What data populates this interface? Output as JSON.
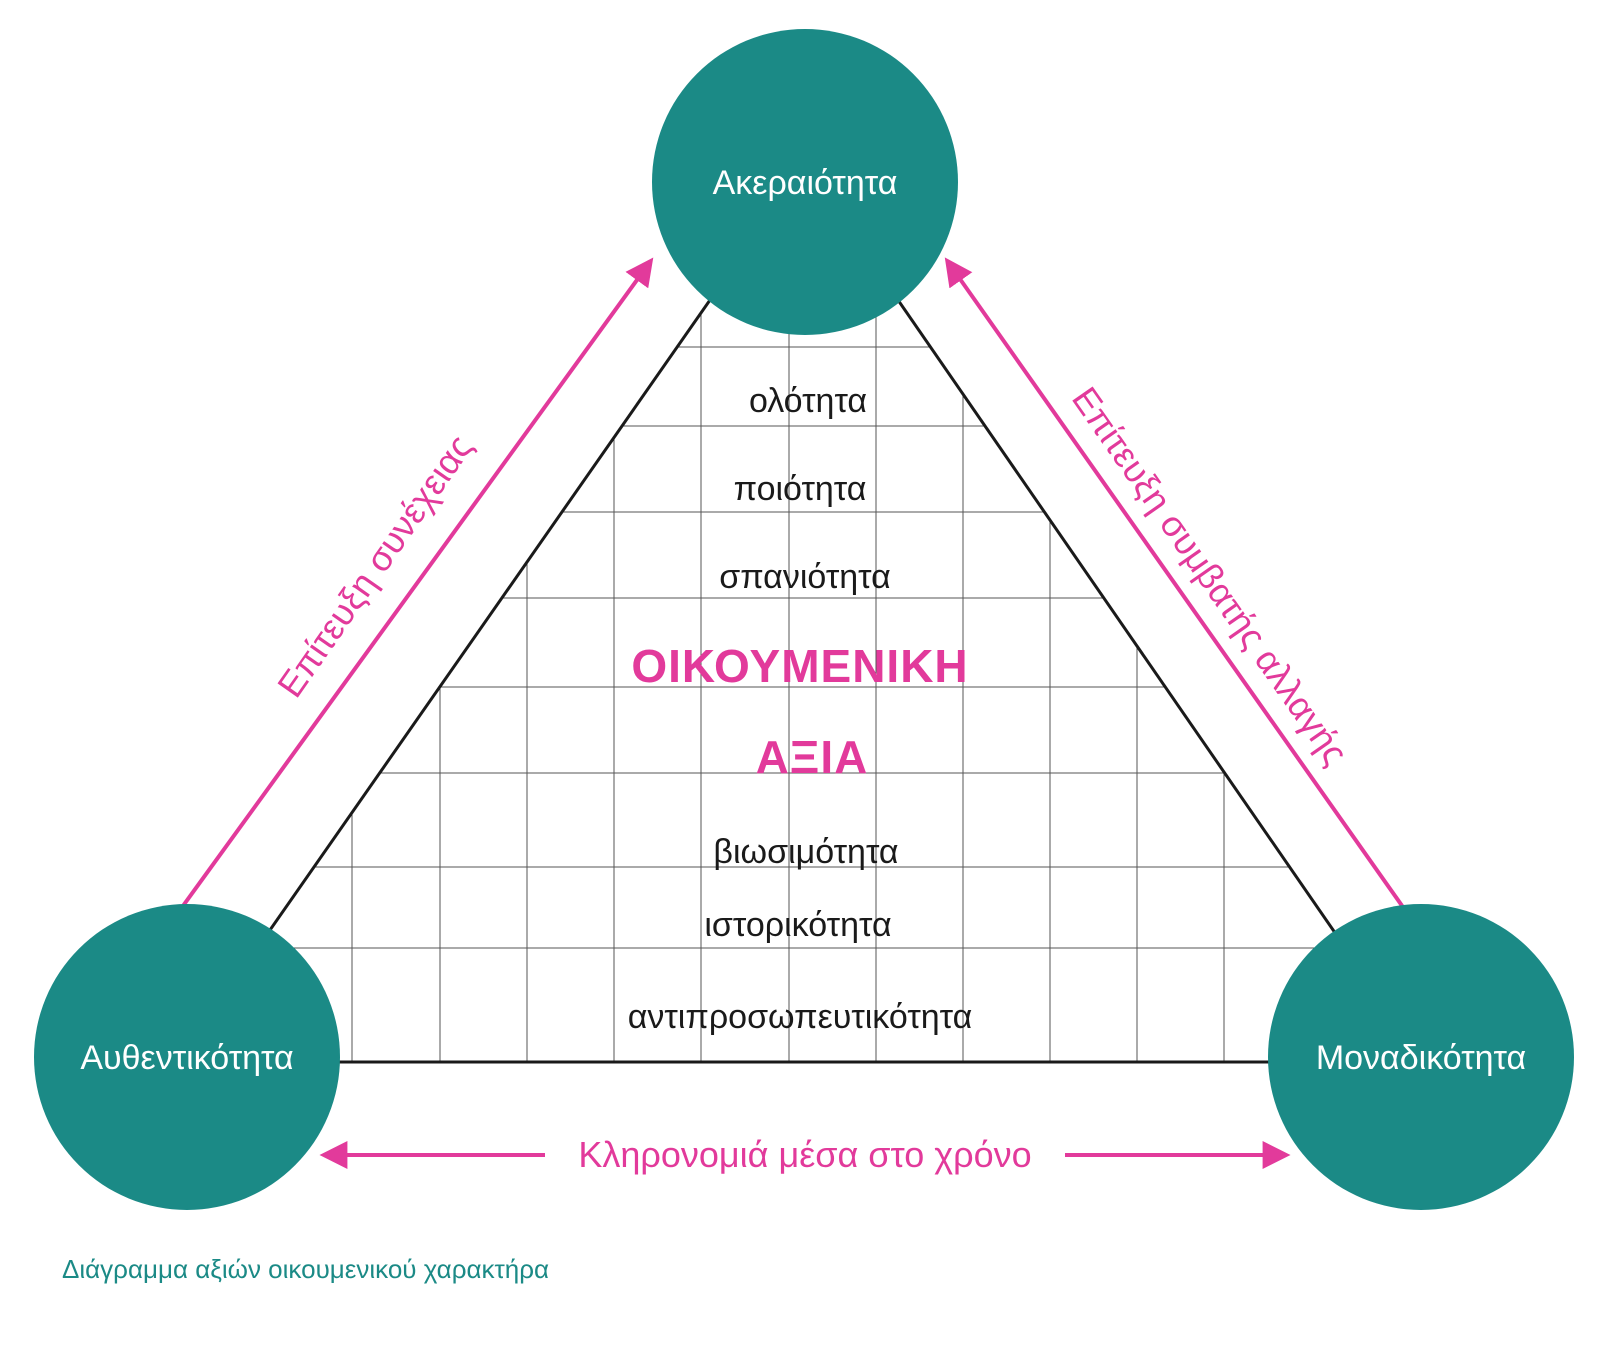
{
  "colors": {
    "node_fill": "#1b8a86",
    "accent": "#e23a9b",
    "caption": "#1b8a86",
    "outline": "#1a1a1a",
    "grid": "#555555"
  },
  "nodes": {
    "top": "Ακεραιότητα",
    "left": "Αυθεντικότητα",
    "right": "Μοναδικότητα"
  },
  "relations": {
    "left_side": "Επίτευξη συνέχειας",
    "right_side": "Επίτευξη συμβατής αλλαγής",
    "bottom": "Κληρονομιά μέσα στο χρόνο"
  },
  "center": {
    "values_upper": [
      "ολότητα",
      "ποιότητα",
      "σπανιότητα"
    ],
    "headline": [
      "ΟΙΚΟΥΜΕΝΙΚΗ",
      "ΑΞΙΑ"
    ],
    "values_lower": [
      "βιωσιμότητα",
      "ιστορικότητα",
      "αντιπροσωπευτικότητα"
    ]
  },
  "caption": "Διάγραμμα αξιών οικουμενικού χαρακτήρα"
}
